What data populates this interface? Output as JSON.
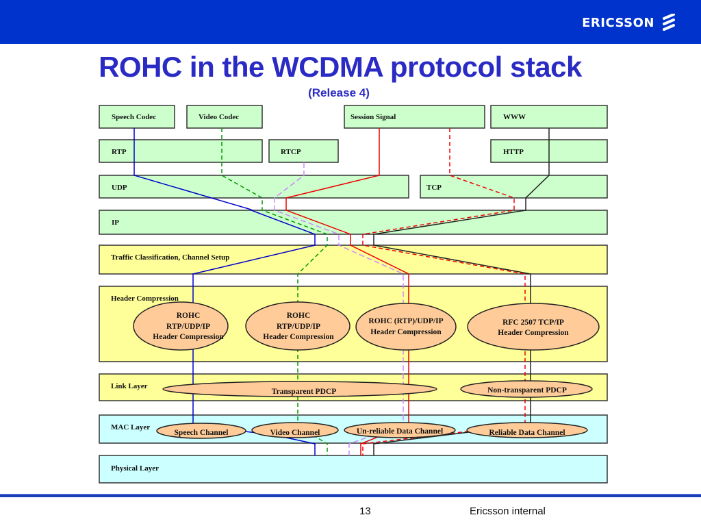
{
  "header": {
    "brand": "ERICSSON",
    "logo_icon": "ericsson-stripes-icon",
    "bar_color": "#0033cc"
  },
  "slide": {
    "title": "ROHC in the WCDMA protocol stack",
    "subtitle": "(Release 4)"
  },
  "colors": {
    "green_box": "#ccffcc",
    "yellow_box": "#ffff99",
    "cyan_box": "#ccffff",
    "ellipse": "#ffcc99",
    "title": "#2a2ac4",
    "speech_flow": "#0000cc",
    "video_flow": "#009900",
    "rtcp_flow": "#cc88ff",
    "session_flow": "#ee0000",
    "session_dashed_flow": "#ee0000",
    "www_flow": "#222222"
  },
  "boxes": {
    "speech_codec": "Speech Codec",
    "video_codec": "Video Codec",
    "session_signal": "Session Signal",
    "www": "WWW",
    "rtp": "RTP",
    "rtcp": "RTCP",
    "http": "HTTP",
    "udp": "UDP",
    "tcp": "TCP",
    "ip": "IP",
    "traffic": "Traffic Classification, Channel Setup",
    "header_compression": "Header Compression",
    "link_layer": "Link Layer",
    "mac_layer": "MAC Layer",
    "physical_layer": "Physical  Layer"
  },
  "ellipses": {
    "rohc1": [
      "ROHC",
      "RTP/UDP/IP",
      "Header Compression"
    ],
    "rohc2": [
      "ROHC",
      "RTP/UDP/IP",
      "Header Compression"
    ],
    "rohc3": [
      "ROHC (RTP)/UDP/IP",
      "Header Compression"
    ],
    "rfc2507": [
      "RFC 2507 TCP/IP",
      "Header Compression"
    ],
    "transparent_pdcp": "Transparent PDCP",
    "non_transparent_pdcp": "Non-transparent PDCP",
    "speech_channel": "Speech Channel",
    "video_channel": "Video Channel",
    "unreliable_channel": "Un-reliable Data Channel",
    "reliable_channel": "Reliable Data Channel"
  },
  "footer": {
    "page_number": "13",
    "classification": "Ericsson internal"
  }
}
